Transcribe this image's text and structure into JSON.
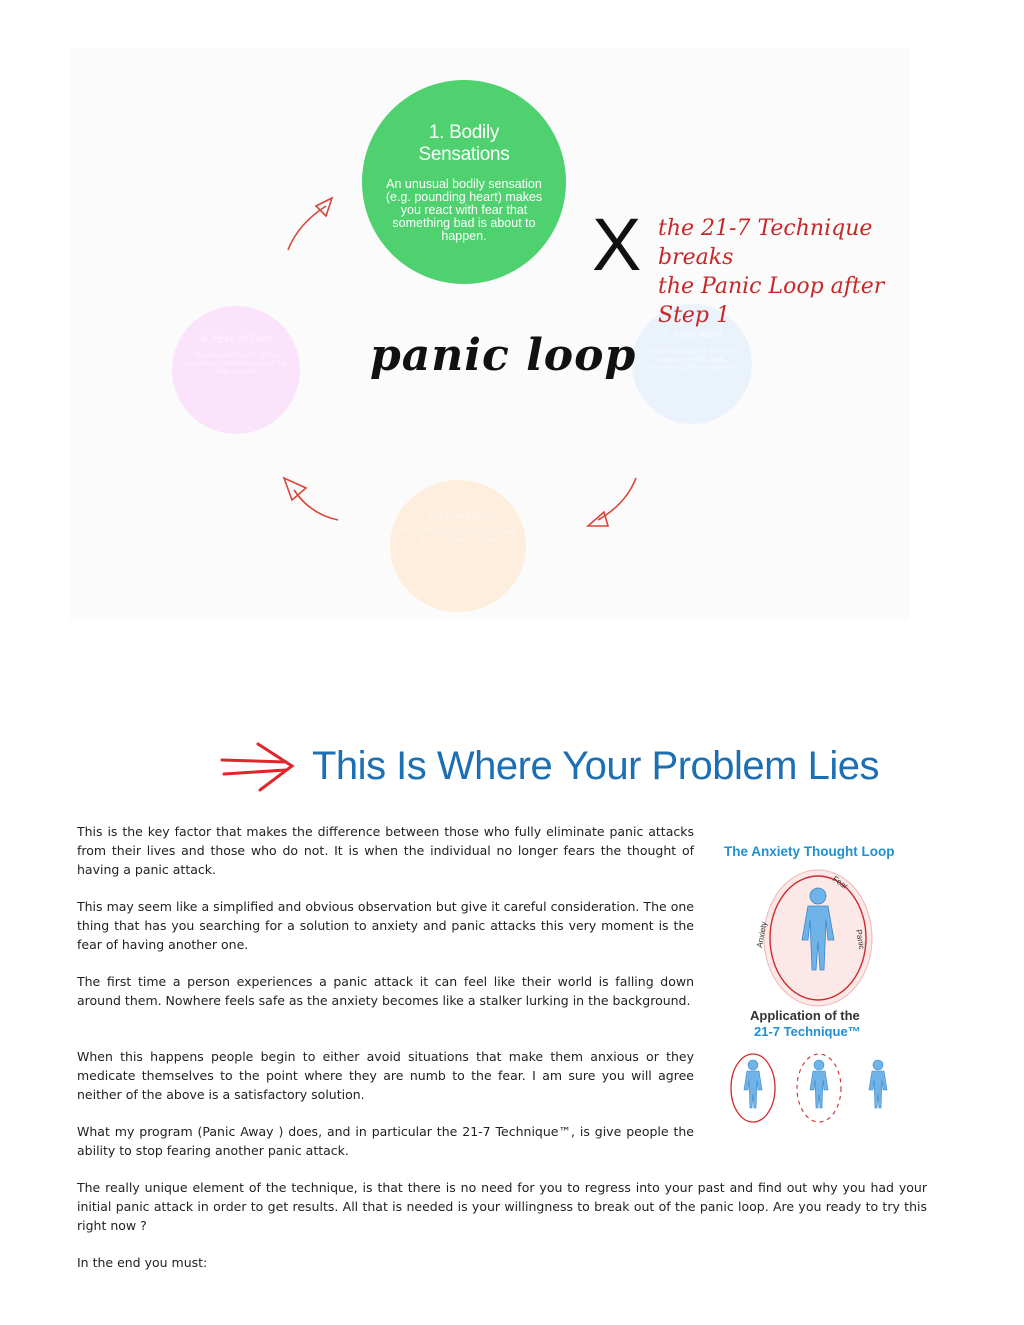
{
  "figure": {
    "step1": {
      "title": "1. Bodily Sensations",
      "text": "An unusual bodily sensation (e.g. pounding heart) makes you react with fear that something bad is about to happen."
    },
    "step2": {
      "title": "2. Fear Alert",
      "text": "Your fear triggers a stress response in the body, increasing the sensations"
    },
    "step3": {
      "title": "3. Escalation",
      "text": "The bodily sensations intensify and the fear grows stronger"
    },
    "step4": {
      "title": "4. Fear of Fear",
      "text": "You become fearful of the sensations themselves and the loop repeats"
    },
    "loop_label": "panic loop",
    "x_mark": "X",
    "break_note_line1": "the 21-7 Technique breaks",
    "break_note_line2": "the Panic Loop after Step 1",
    "colors": {
      "step1": "#4fd16f",
      "arrow": "#d9463a",
      "note": "#c62828"
    }
  },
  "heading": {
    "text": "This Is Where Your Problem Lies",
    "color": "#1d6fb4",
    "arrow_icon": "right-double-arrow"
  },
  "paragraphs": [
    "This is the key factor that makes the difference between those who fully eliminate panic attacks from their lives and those who do not. It is when the individual no longer fears the thought of having a panic attack.",
    "This may seem like a simplified and obvious observation but give it careful consideration. The one thing that has you searching for a solution to anxiety and panic attacks this very moment is the fear of having another one.",
    "The first time a person experiences a panic attack it can feel like their world is falling down around them. Nowhere feels safe as the anxiety becomes like a stalker lurking in the background.",
    "When this happens people begin to either avoid situations that make them anxious or they medicate themselves to the point where they are numb to the fear. I am sure you will agree neither of the above is a satisfactory solution.",
    "What my program (Panic Away ) does, and in particular the 21-7 Technique™, is give people the ability to stop fearing another panic attack.",
    "The really unique element of the technique, is that there is no need for you to regress into your past and find out why you had your initial panic attack in order to get results. All that is needed is your willingness to break out of the panic loop. Are you ready to try this right now ?",
    "In the end you must:"
  ],
  "side_figure": {
    "title": "The Anxiety Thought Loop",
    "label_fear": "Fear",
    "label_panic": "Panic",
    "label_anxiety": "Anxiety",
    "subtitle_line1": "Application of the",
    "subtitle_line2": "21-7 Technique™"
  }
}
